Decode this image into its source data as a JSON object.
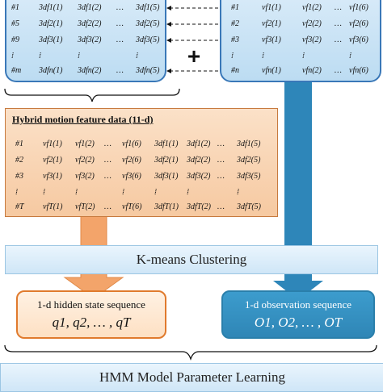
{
  "top_left": {
    "rows": [
      [
        "#1",
        "3df1(1)",
        "3df1(2)",
        "…",
        "3df1(5)"
      ],
      [
        "#5",
        "3df2(1)",
        "3df2(2)",
        "…",
        "3df2(5)"
      ],
      [
        "#9",
        "3df3(1)",
        "3df3(2)",
        "…",
        "3df3(5)"
      ],
      [
        "⁞",
        "⁞",
        "⁞",
        "",
        "⁞"
      ],
      [
        "#m",
        "3dfn(1)",
        "3dfn(2)",
        "…",
        "3dfn(5)"
      ]
    ]
  },
  "top_right": {
    "rows": [
      [
        "#1",
        "vf1(1)",
        "vf1(2)",
        "…",
        "vf1(6)"
      ],
      [
        "#2",
        "vf2(1)",
        "vf2(2)",
        "…",
        "vf2(6)"
      ],
      [
        "#3",
        "vf3(1)",
        "vf3(2)",
        "…",
        "vf3(6)"
      ],
      [
        "⁞",
        "⁞",
        "⁞",
        "",
        "⁞"
      ],
      [
        "#n",
        "vfn(1)",
        "vfn(2)",
        "…",
        "vfn(6)"
      ]
    ]
  },
  "plus": "+",
  "hybrid": {
    "title": "Hybrid motion feature data (11-d)",
    "rows": [
      [
        "#1",
        "vf1(1)",
        "vf1(2)",
        "…",
        "vf1(6)",
        "3df1(1)",
        "3df1(2)",
        "…",
        "3df1(5)"
      ],
      [
        "#2",
        "vf2(1)",
        "vf2(2)",
        "…",
        "vf2(6)",
        "3df2(1)",
        "3df2(2)",
        "…",
        "3df2(5)"
      ],
      [
        "#3",
        "vf3(1)",
        "vf3(2)",
        "…",
        "vf3(6)",
        "3df3(1)",
        "3df3(2)",
        "…",
        "3df3(5)"
      ],
      [
        "⁞",
        "⁞",
        "⁞",
        "",
        "⁞",
        "⁞",
        "⁞",
        "",
        "⁞"
      ],
      [
        "#T",
        "vfT(1)",
        "vfT(2)",
        "…",
        "vfT(6)",
        "3dfT(1)",
        "3dfT(2)",
        "…",
        "3dfT(5)"
      ]
    ]
  },
  "kmeans": "K-means Clustering",
  "hidden": {
    "title": "1-d hidden state sequence",
    "seq": "q1, q2, … , qT"
  },
  "observation": {
    "title": "1-d observation sequence",
    "seq": "O1, O2, … , OT"
  },
  "hmm": "HMM Model Parameter Learning",
  "colors": {
    "blue_arrow": "#2e86b9",
    "orange_arrow": "#f3a46a",
    "panel_border": "#3a78b8",
    "hybrid_border": "#c77a3e"
  }
}
